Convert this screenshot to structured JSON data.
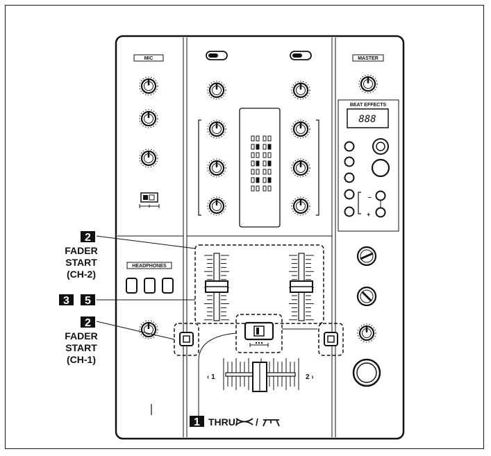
{
  "panel": {
    "mic_label": "MIC",
    "master_label": "MASTER",
    "beat_effects_label": "BEAT EFFECTS",
    "beat_display": "888",
    "headphones_label": "HEADPHONES",
    "crossfader_left": "‹ 1",
    "crossfader_right": "2 ›",
    "minus_sign": "–",
    "plus_sign": "+"
  },
  "callouts": [
    {
      "num": "2",
      "line1": "FADER",
      "line2": "START",
      "line3": "(CH-2)"
    },
    {
      "num1": "3",
      "num2": "5"
    },
    {
      "num": "2",
      "line1": "FADER",
      "line2": "START",
      "line3": "(CH-1)"
    },
    {
      "num": "1",
      "text": "THRU/",
      "symbols": "⤫ / ⊼"
    }
  ],
  "colors": {
    "ink": "#111111",
    "panel": "#ffffff",
    "callout_box": "#111111"
  }
}
